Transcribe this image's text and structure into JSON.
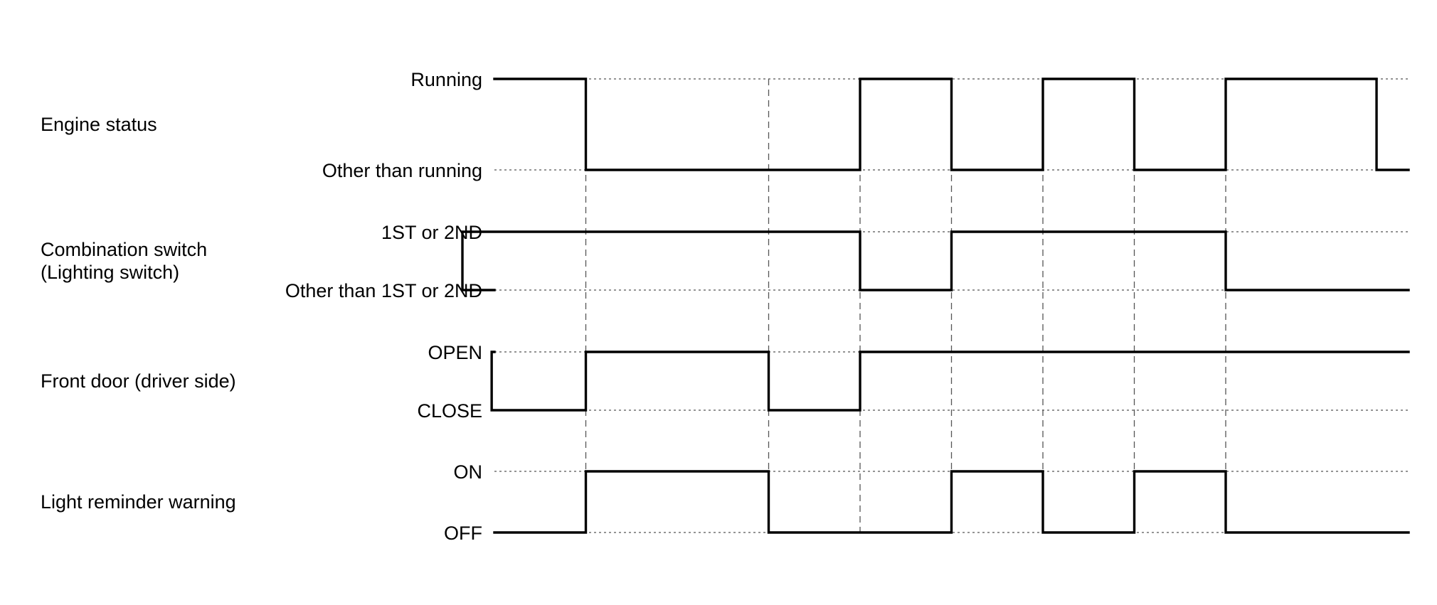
{
  "signals": [
    {
      "name": "Engine status",
      "name_lines": [
        "Engine status"
      ],
      "high_label": "Running",
      "low_label": "Other than running",
      "initial": 1,
      "transitions": [
        1,
        4,
        5,
        6,
        7,
        8,
        9.65
      ]
    },
    {
      "name": "Combination switch (Lighting switch)",
      "name_lines": [
        "Combination switch",
        "(Lighting switch)"
      ],
      "high_label": "1ST or 2ND",
      "low_label": "Other than 1ST or 2ND",
      "initial": 0,
      "transitions": [
        -0.35,
        4,
        5,
        8
      ]
    },
    {
      "name": "Front door (driver side)",
      "name_lines": [
        "Front door (driver side)"
      ],
      "high_label": "OPEN",
      "low_label": "CLOSE",
      "initial": 1,
      "transitions": [
        -0.03,
        1,
        3,
        4
      ]
    },
    {
      "name": "Light reminder warning",
      "name_lines": [
        "Light reminder warning"
      ],
      "high_label": "ON",
      "low_label": "OFF",
      "initial": 0,
      "transitions": [
        1,
        3,
        5,
        6,
        7,
        8
      ]
    }
  ],
  "time_range": [
    -1,
    11
  ],
  "event_markers": [
    1,
    3,
    4,
    5,
    6,
    7,
    8
  ],
  "colors": {
    "line": "#000000",
    "guide": "#555555"
  }
}
